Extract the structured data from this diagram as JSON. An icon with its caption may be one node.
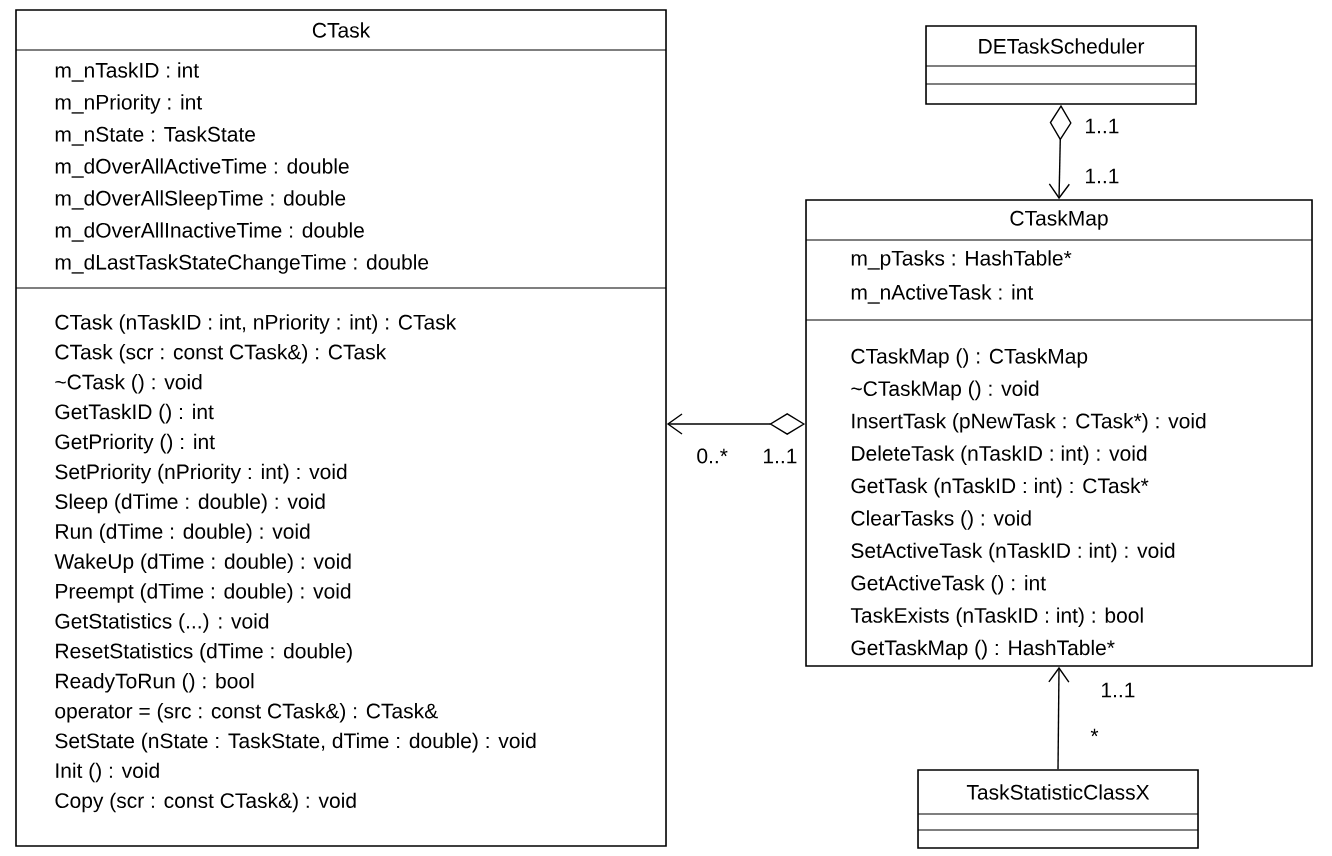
{
  "diagram": {
    "nodes": [
      {
        "text": [
          "CTask",
          "m_nTaskID : int",
          "m_nPriority : int",
          "m_nState : TaskState",
          "m_dOverAllActiveTime : double",
          "m_dOverAllSleepTime : double",
          "m_dOverAllInactiveTime : double",
          "m_dLastTaskStateChangeTime : double",
          "CTask (nTaskID : int, nPriority : int) : CTask",
          "CTask (scr : const CTask&) : CTask",
          "~CTask () : void",
          "GetTaskID () : int",
          "GetPriority () : int",
          "SetPriority (nPriority : int) : void",
          "Sleep (dTime : double) : void",
          "Run (dTime : double) : void",
          "WakeUp (dTime : double) : void",
          "Preempt (dTime : double) : void",
          "GetStatistics (...) : void",
          "ResetStatistics (dTime : double)",
          "ReadyToRun () : bool",
          "operator = (src : const CTask&) : CTask&",
          "SetState (nState : TaskState, dTime : double) : void",
          "Init () : void",
          "Copy  (scr : const CTask&) : void"
        ]
      },
      {
        "text": [
          "DETaskScheduler"
        ]
      },
      {
        "text": [
          "CTaskMap",
          "m_pTasks : HashTable*",
          "m_nActiveTask : int",
          "CTaskMap () : CTaskMap",
          "~CTaskMap () : void",
          "InsertTask (pNewTask : CTask*) : void",
          "DeleteTask (nTaskID : int) : void",
          "GetTask (nTaskID : int) : CTask*",
          "ClearTasks () : void",
          "SetActiveTask (nTaskID : int) : void",
          "GetActiveTask () : int",
          "TaskExists (nTaskID : int) : bool",
          "GetTaskMap () : HashTable*"
        ]
      },
      {
        "text": [
          "TaskStatisticClassX"
        ]
      }
    ],
    "edges": [
      {
        "from": 2,
        "to": 0,
        "arrow": "to"
      },
      {
        "from": 1,
        "to": 2,
        "arrow": "to"
      },
      {
        "from": 3,
        "to": 2,
        "arrow": "to"
      }
    ],
    "labels": [
      "1..1",
      "1..1",
      "0..*",
      "1..1",
      "1..1",
      "*"
    ]
  }
}
